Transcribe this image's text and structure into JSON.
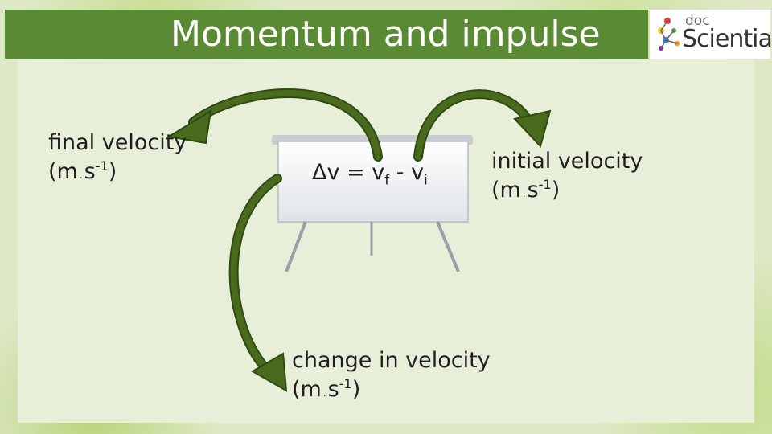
{
  "title": "Momentum and impulse",
  "logo": {
    "small": "doc",
    "name": "Scientia"
  },
  "labels": {
    "final": {
      "line1": "final velocity",
      "unit_open": "(m",
      "unit_dot": ".",
      "unit_s": "s",
      "unit_exp": "-1",
      "unit_close": ")"
    },
    "initial": {
      "line1": "initial velocity",
      "unit_open": "(m",
      "unit_dot": ".",
      "unit_s": "s",
      "unit_exp": "-1",
      "unit_close": ")"
    },
    "change": {
      "line1": "change in velocity",
      "unit_open": "(m",
      "unit_dot": ".",
      "unit_s": "s",
      "unit_exp": "-1",
      "unit_close": ")"
    }
  },
  "equation": {
    "lhs": "Δv = v",
    "sub_f": "f",
    "mid": " - v",
    "sub_i": "i"
  },
  "colors": {
    "title_bar": "#5a8a33",
    "arrow": "#4a6a1e",
    "arrow_edge": "#2f4a12"
  }
}
